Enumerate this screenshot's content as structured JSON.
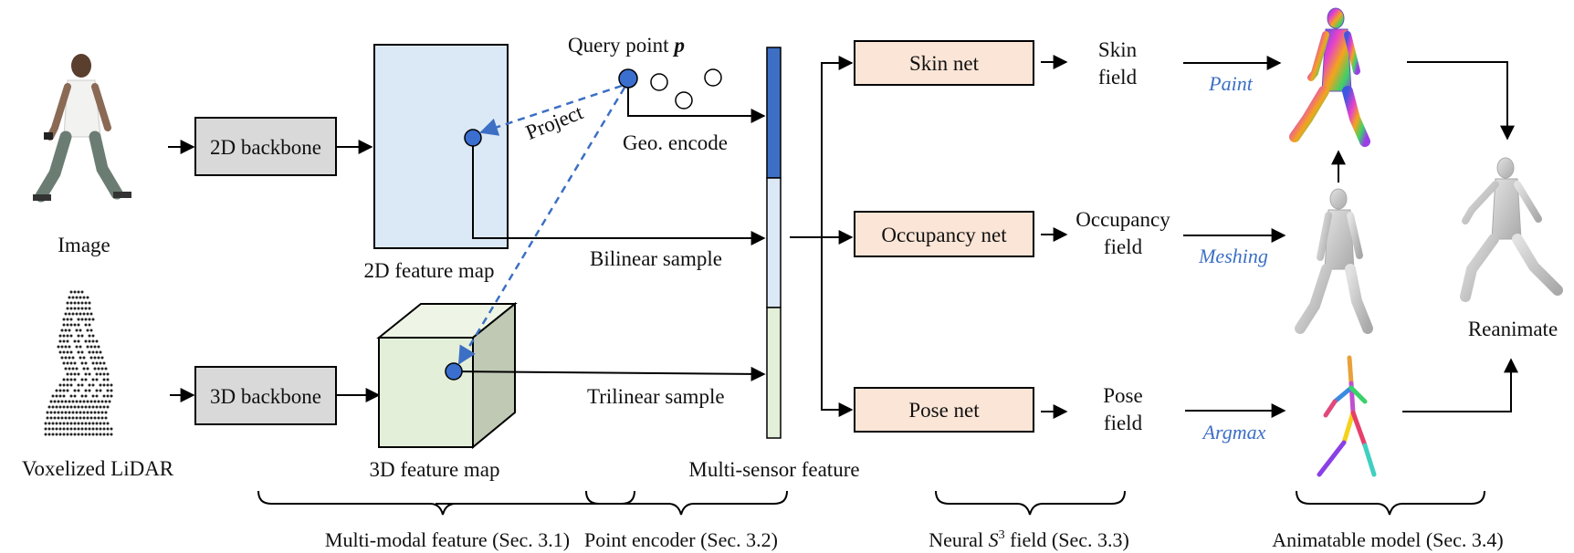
{
  "colors": {
    "blue_accent": "#3d6fc4",
    "point_fill": "#3a6fd0",
    "gray_box": "#d9d9d9",
    "feature_2d": "#dbe8f5",
    "feature_3d": "#e6f0dc",
    "net_box": "#fbe5d6",
    "bar_top": "#3d6fc4",
    "bar_mid": "#dce8f6",
    "bar_bottom": "#e3efd9"
  },
  "inputs": {
    "image_label": "Image",
    "lidar_label": "Voxelized LiDAR"
  },
  "backbones": {
    "b2d": "2D backbone",
    "b3d": "3D backbone"
  },
  "features": {
    "map2d": "2D feature map",
    "map3d": "3D feature map"
  },
  "encoder": {
    "query_label": "Query point",
    "query_symbol": "p",
    "project": "Project",
    "geo_encode": "Geo. encode",
    "bilinear": "Bilinear sample",
    "trilinear": "Trilinear sample",
    "multi_sensor": "Multi-sensor feature"
  },
  "nets": {
    "skin": "Skin net",
    "occupancy": "Occupancy net",
    "pose": "Pose net"
  },
  "fields": {
    "skin_l1": "Skin",
    "skin_l2": "field",
    "occ_l1": "Occupancy",
    "occ_l2": "field",
    "pose_l1": "Pose",
    "pose_l2": "field"
  },
  "ops": {
    "paint": "Paint",
    "meshing": "Meshing",
    "argmax": "Argmax"
  },
  "output": {
    "reanimate": "Reanimate"
  },
  "sections": {
    "s1": "Multi-modal feature (Sec. 3.1)",
    "s2": "Point encoder (Sec. 3.2)",
    "s3_pre": "Neural ",
    "s3_sym": "S",
    "s3_sup": "3",
    "s3_post": " field (Sec. 3.3)",
    "s4": "Animatable model (Sec. 3.4)"
  }
}
